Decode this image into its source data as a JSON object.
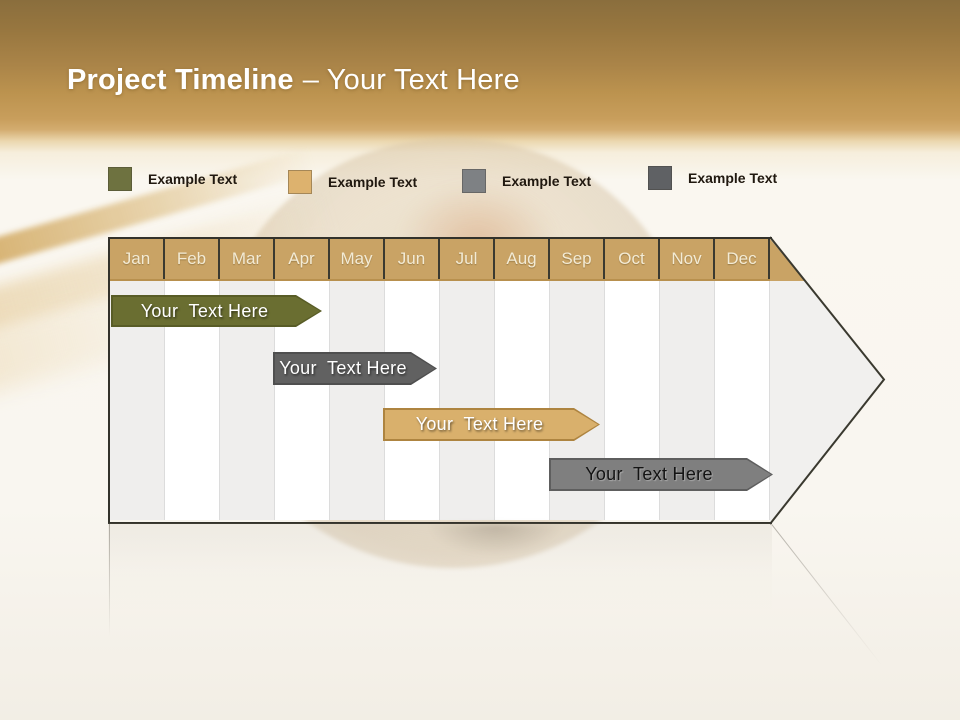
{
  "title": {
    "main": "Project Timeline",
    "suffix": "– Your Text Here"
  },
  "legend": {
    "items": [
      {
        "label": "Example Text",
        "color": "#6E7240"
      },
      {
        "label": "Example Text",
        "color": "#DDB26E"
      },
      {
        "label": "Example Text",
        "color": "#7E8184"
      },
      {
        "label": "Example Text",
        "color": "#5F6164"
      }
    ]
  },
  "timeline": {
    "months": [
      "Jan",
      "Feb",
      "Mar",
      "Apr",
      "May",
      "Jun",
      "Jul",
      "Aug",
      "Sep",
      "Oct",
      "Nov",
      "Dec"
    ],
    "header_color": "#C9A365",
    "bars": [
      {
        "label": "Your  Text Here",
        "fill": "#6A6E31",
        "border": "#585C26",
        "text_color": "#FFFFFF",
        "start_month": "Jan",
        "end_month": "Apr"
      },
      {
        "label": "Your  Text Here",
        "fill": "#616161",
        "border": "#4F4F4F",
        "text_color": "#FFFFFF",
        "start_month": "Apr",
        "end_month": "Jun"
      },
      {
        "label": "Your  Text Here",
        "fill": "#D9B06C",
        "border": "#AE8440",
        "text_color": "#FFFFFF",
        "start_month": "Jun",
        "end_month": "Sep"
      },
      {
        "label": "Your  Text Here",
        "fill": "#7F7F7F",
        "border": "#5E5E5E",
        "text_color": "#141414",
        "start_month": "Sep",
        "end_month": "Dec"
      }
    ]
  }
}
